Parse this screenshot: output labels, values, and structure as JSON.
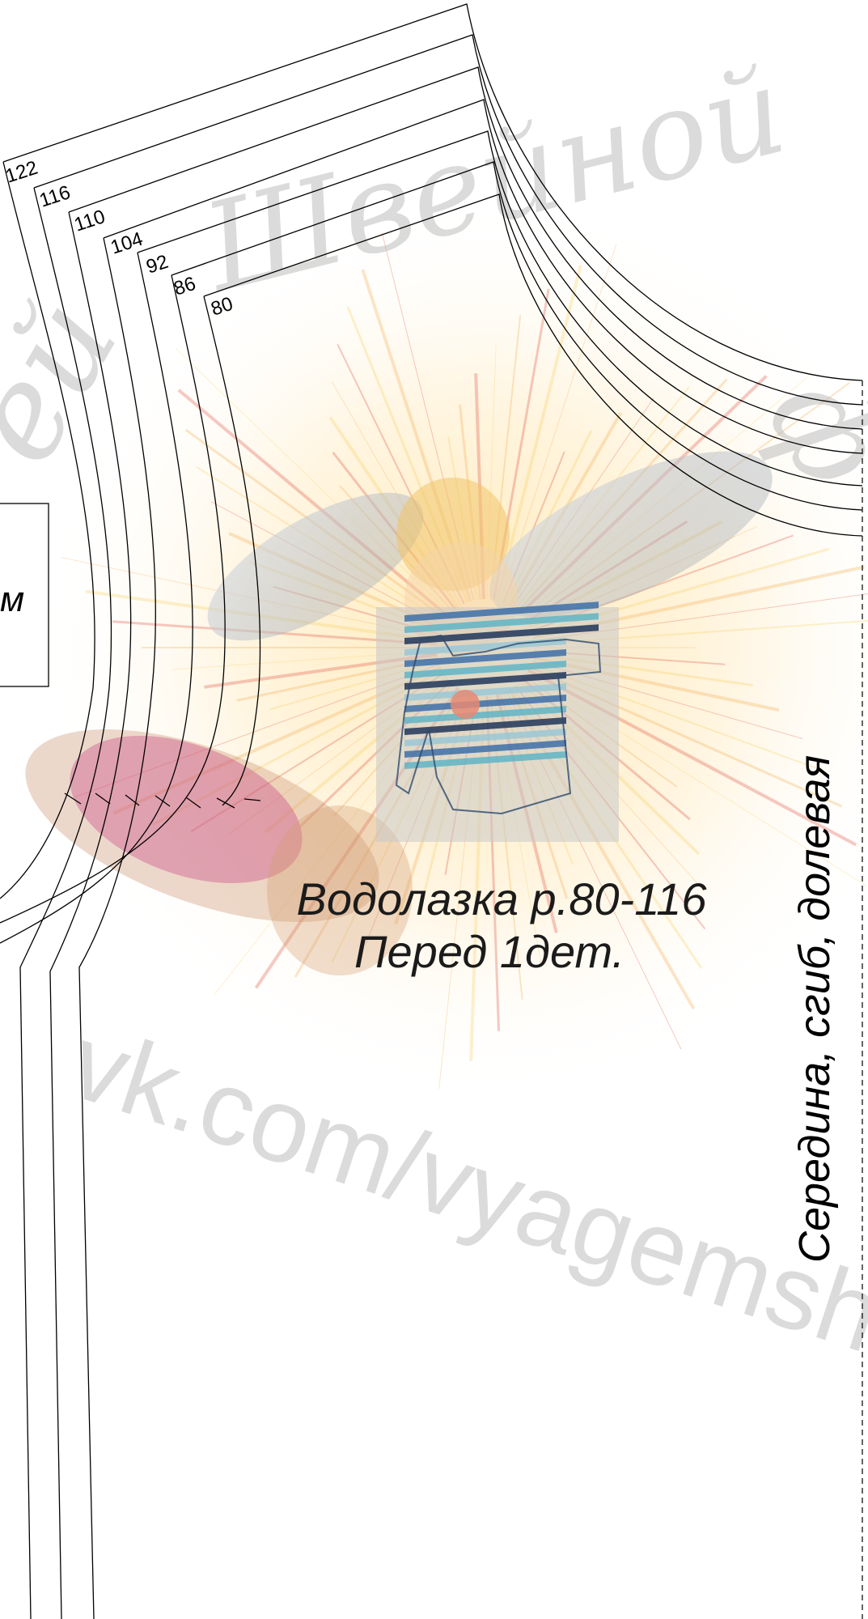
{
  "pattern": {
    "title_line1": "Водолазка р.80-116",
    "title_line2": "Перед 1дет.",
    "fold_label": "Середина, сгиб, долевая",
    "side_box_text": "м",
    "sizes": [
      "122",
      "116",
      "110",
      "104",
      "92",
      "86",
      "80"
    ]
  },
  "watermark": {
    "top_script": "Швейной",
    "script_fragment_left": "ей",
    "script_fragment_right": "ф",
    "url_text": "vk.com/vyagemsh"
  },
  "colors": {
    "line": "#000000",
    "watermark": "#b0b0b0",
    "title": "#1b1b1b",
    "burst_warm": "#f3b25a",
    "burst_red": "#e25b4b",
    "sweater_blue": "#3d6fa8",
    "sweater_teal": "#5fb4c6"
  },
  "icons": {
    "background": "fairy-illustration",
    "photo": "striped-turtleneck-photo"
  }
}
